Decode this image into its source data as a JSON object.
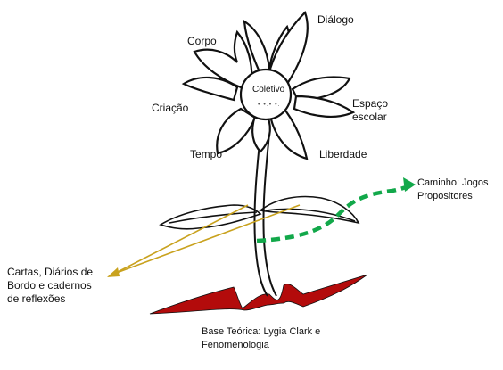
{
  "petals": {
    "dialogo": "Diálogo",
    "corpo": "Corpo",
    "espaco": "Espaço\nescolar",
    "criacao": "Criação",
    "tempo": "Tempo",
    "liberdade": "Liberdade"
  },
  "center": {
    "label": "Coletivo",
    "dots": "• •.• •."
  },
  "caminho": "Caminho: Jogos\nPropositores",
  "cartas": "Cartas, Diários de\nBordo e cadernos\nde reflexões",
  "base": "Base Teórica: Lygia Clark e\nFenomenologia",
  "colors": {
    "stroke": "#111111",
    "root_fill": "#b30b0b",
    "arrow_green": "#12a84a",
    "arrow_gold": "#c9a21e"
  }
}
